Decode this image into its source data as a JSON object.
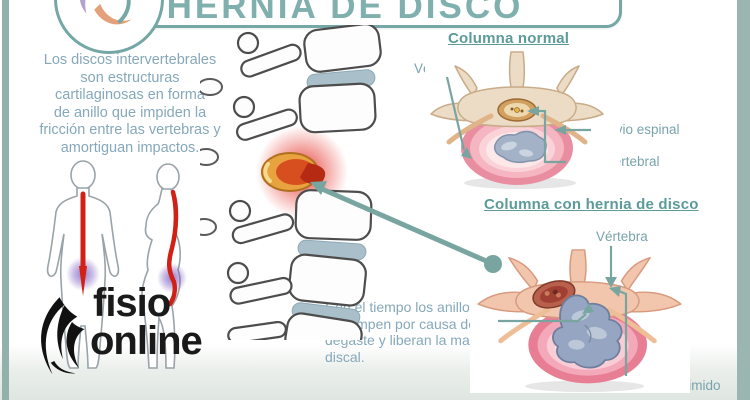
{
  "header": {
    "title": "HERNIA DE DISCO"
  },
  "intro": {
    "text": "Los discos intervertebrales\nson estructuras\ncartilaginosas en forma\nde anillo que impiden la\nfricción entre las vertebras y\namortiguan impactos."
  },
  "normal_section": {
    "heading": "Columna normal",
    "label_vertebra": "Vértebra",
    "label_nervio": "Nervio espinal",
    "label_canal": "Canal vértebral"
  },
  "hernia_section": {
    "heading": "Columna con hernia de disco",
    "label_vertebra": "Vértebra",
    "label_nervio": "Nervio comprimido",
    "caption": "Con el tiempo los anillos\nse rompen por causa del\ndegaste y liberan la masa\ndiscal."
  },
  "brand": {
    "line1": "fisio",
    "line2": "online"
  },
  "colors": {
    "accent_teal": "#74a7a5",
    "sidebar_teal": "#95b2ac",
    "title_teal": "#7fb0ad",
    "heading_teal": "#5d9a9a",
    "body_text_blue": "#86a8ba",
    "label_blue": "#79a3ac",
    "connector_teal": "#79a5a1",
    "spine_red": "#d22015",
    "pain_purple": "#7a5fc0",
    "disc_blue_gray": "#a9c0cb",
    "hernia_orange": "#d84f1f",
    "hernia_red": "#b52a12",
    "logo_black": "#1a1a1a"
  }
}
